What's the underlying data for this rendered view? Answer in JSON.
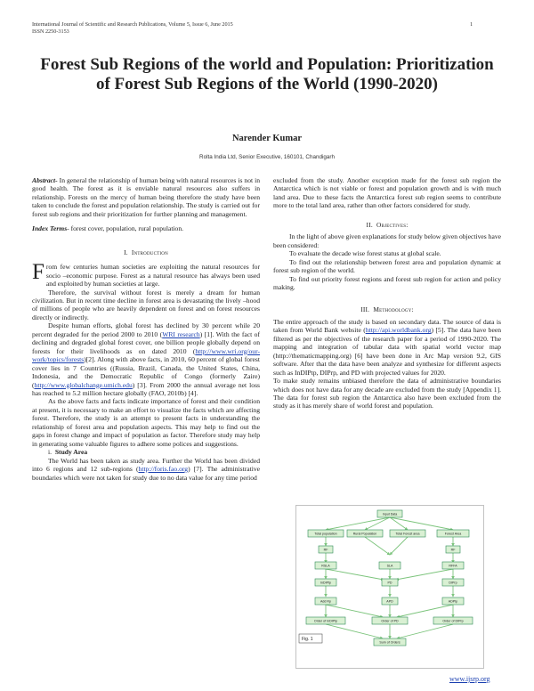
{
  "header": {
    "journal": "International Journal of Scientific and Research Publications, Volume 5, Issue 6, June 2015",
    "issn": "ISSN 2250-3153",
    "page_number": "1"
  },
  "title": "Forest Sub Regions of the world and Population: Prioritization of Forest Sub Regions of the World (1990-2020)",
  "author": "Narender Kumar",
  "affiliation": "Rolta India Ltd, Senior Executive, 160101, Chandigarh",
  "abstract": {
    "label": "Abstract-",
    "text": " In general the relationship of human being with natural resources is not in good health. The forest as it is enviable natural resources also suffers in relationship. Forests on the mercy of human being therefore the study have been taken to conclude the forest and population relationship. The study is carried out for forest sub regions and their prioritization for further planning and management."
  },
  "index_terms": {
    "label": "Index Terms",
    "text": "- forest cover, population, rural population."
  },
  "introduction": {
    "heading_num": "I.",
    "heading": "Introduction",
    "dropcap": "F",
    "p1": "rom few centuries human societies are exploiting the natural resources for socio –economic purpose.  Forest as a natural resource has always been used and exploited by human societies at large.",
    "p2": "Therefore, the survival without forest is merely a dream for human civilization. But in recent time decline in forest area is devastating the lively –hood of millions of people who are heavily dependent on forest and on forest resources directly or indirectly.",
    "p3a": "Despite human efforts, global forest has declined by 30 percent while 20 percent degraded for the period 2000 to 2010 (",
    "p3_link1": "WRI research",
    "p3b": ") [1]. With the fact of declining and degraded global forest cover, one billion people globally depend on forests for their livelihoods as on dated 2010 (",
    "p3_link2": "http://www.wri.org/our-work/topics/forests",
    "p3c": ")[2]. Along with above facts, in 2010, 60 percent of global forest cover lies in 7 Countries ((Russia, Brazil, Canada, the United States, China, Indonesia, and the Democratic Republic of Congo (formerly Zaire) (",
    "p3_link3": "http://www.globalchange.umich.edu",
    "p3d": ") [3]. From 2000 the annual average net loss has reached to 5.2 million hectare globally (FAO, 2010b) [4].",
    "p4": "As the above facts and facts indicate importance of forest and their condition at present, it is necessary to make an effort to visualize the facts which are affecting forest. Therefore, the study is an attempt to present facts in understanding the relationship of forest area and population aspects. This may help to find out the gaps in forest change and impact of population as factor. Therefore study may help in generating some valuable figures to adhere some polices and suggestions.",
    "sub_num": "i.",
    "sub_heading": "Study Area",
    "p5a": "The World has been taken as study area. Further the World has been divided into 6 regions and 12 sub-regions (",
    "p5_link": "http://foris.fao.org",
    "p5b": ") [7]. The administrative boundaries which were not taken for study due to no data value for any time period"
  },
  "right_col": {
    "p1": "excluded from the study. Another exception made for the forest sub region the Antarctica which is not viable or forest and population growth and is with much land area. Due to these facts the Antarctica forest sub region seems to contribute more to the total land area, rather than other factors considered for study."
  },
  "objectives": {
    "heading_num": "II.",
    "heading": "Objectives:",
    "p1": "In the light of above given explanations for study below given objectives have been considered:",
    "o1": "To evaluate the decade wise forest status at global scale.",
    "o2": "To find out the relationship between forest area and population dynamic at forest sub region of the world.",
    "o3": "To find out priority forest regions and forest sub region for action and policy making."
  },
  "methodology": {
    "heading_num": "III.",
    "heading": "Methodology:",
    "p1a": "The entire approach of the study is based on secondary data. The source of data is taken from World Bank website (",
    "p1_link": "http://api.worldbank.org",
    "p1b": ") [5]. The data have been filtered as per the objectives of the research paper for a period of 1990-2020. The mapping and integration of tabular data with spatial world vector map (http://thematicmapping.org) [6] have been done in Arc Map version 9.2, GIS software. After that the data have been analyze and synthesize for different aspects such as InDIPtp, DIPrp, and PD with projected values for 2020.",
    "p2": "To make study remains unbiased therefore the data of administrative boundaries which does not have data for any decade are excluded from the study [Appendix 1].  The data for forest sub region the Antarctica also have been excluded from the study as it has merely share of world forest and population."
  },
  "figure": {
    "caption": "Fig. 1",
    "input": "Input Data",
    "total_pop": "Total population",
    "rural_pop": "Rural Population",
    "total_forest": "Total Forest area",
    "forest_area": "Forest Area",
    "rf": "RF",
    "rsla": "RSLA",
    "sla": "SLA",
    "rfa": "RFFA",
    "indiptp": "InDIPtp",
    "pd": "PD",
    "diprp": "DIPrp",
    "add_rp": "Add Rp",
    "apd": "APD",
    "add_tp": "ADPtp",
    "order1": "Order of InDIPtp",
    "order2": "Order of PD",
    "order3": "Order of DIPrp",
    "sum": "Sum of Orders"
  },
  "footer": {
    "url": "www.ijsrp.org"
  },
  "colors": {
    "link": "#1a3fb0",
    "diagram_box_fill": "#d9f0d3",
    "diagram_box_stroke": "#2e8b57",
    "diagram_arrow": "#7cc47c"
  }
}
